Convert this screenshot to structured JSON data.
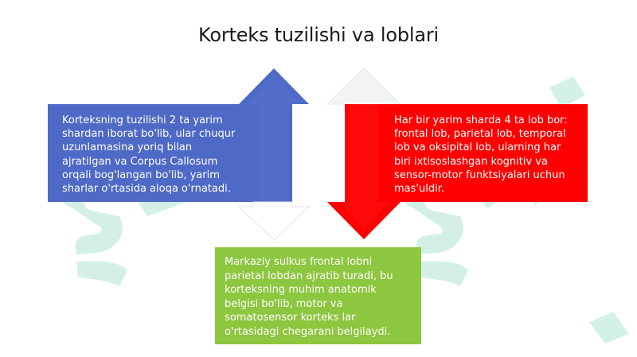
{
  "title": "Korteks tuzilishi va loblari",
  "boxes": {
    "left": "Korteksning tuzilishi 2 ta yarim shardan iborat bo'lib, ular chuqur uzunlamasina yoriq bilan ajratilgan va Corpus Callosum orqali bog'langan bo'lib, yarim sharlar o'rtasida aloqa o'rnatadi.",
    "right": "Har bir yarim sharda 4 ta lob bor: frontal lob, parietal lob, temporal lob va oksipital lob, ularning har biri ixtisoslashgan kognitiv va sensor-motor funktsiyalari uchun mas'uldir.",
    "bottom": "Markaziy sulkus frontal lobni parietal lobdan ajratib turadi, bu korteksning muhim anatomik belgisi bo'lib, motor va somatosensor korteks lar o'rtasidagi chegarani belgilaydi."
  },
  "colors": {
    "left_box": "#4f69c6",
    "right_box": "#ff0000",
    "bottom_box": "#8dc63f",
    "watermark": "#c8eee0"
  },
  "icons": {
    "up_arrow": "up-arrow",
    "down_arrow": "down-arrow",
    "watermark": "watermark-logo"
  }
}
